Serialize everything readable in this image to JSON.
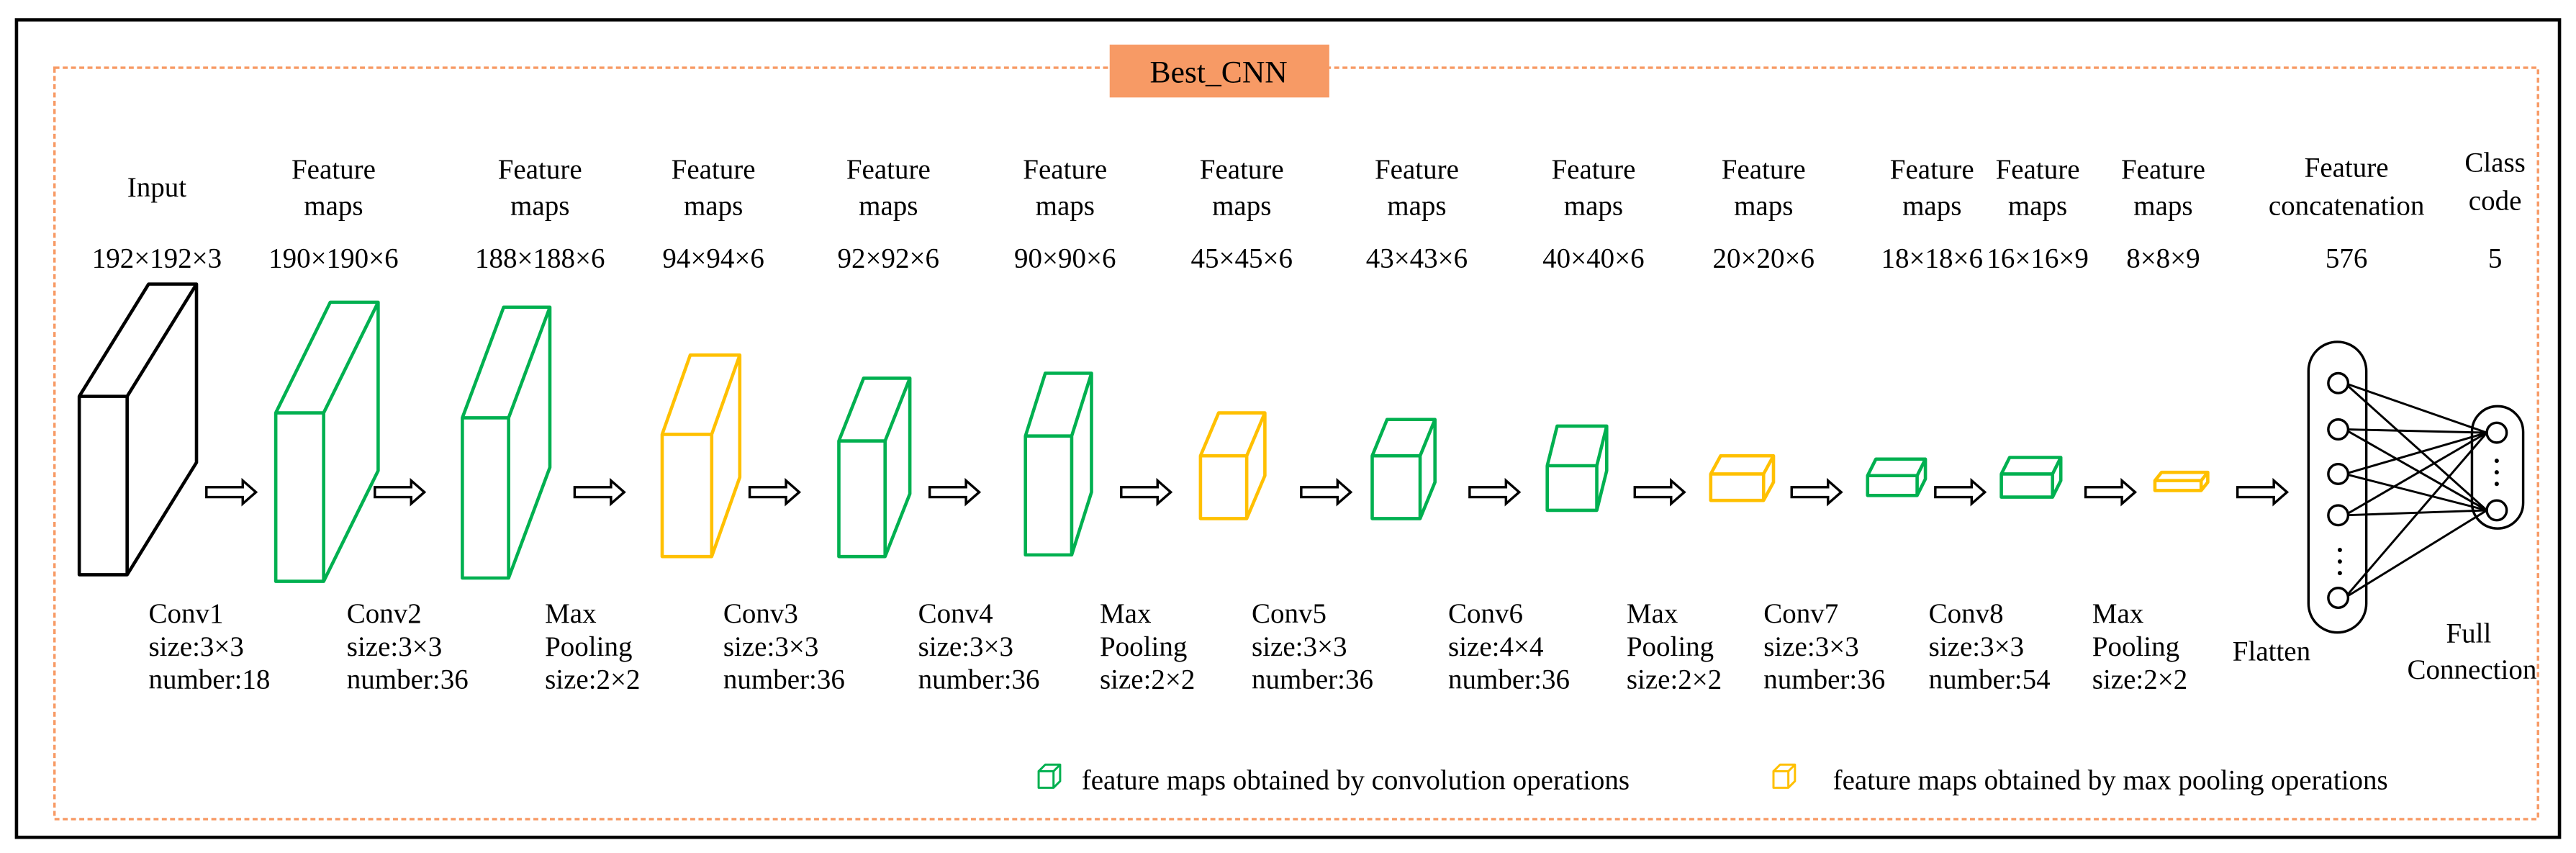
{
  "title": "Best_CNN",
  "colors": {
    "convolution": "#00B050",
    "pooling": "#FFC000",
    "input": "#000000",
    "title_box": "#F79A65",
    "dashed_border": "#F79A65"
  },
  "top_labels": [
    {
      "line1": "Input",
      "line2": "",
      "dims": "192×192×3"
    },
    {
      "line1": "Feature",
      "line2": "maps",
      "dims": "190×190×6"
    },
    {
      "line1": "Feature",
      "line2": "maps",
      "dims": "188×188×6"
    },
    {
      "line1": "Feature",
      "line2": "maps",
      "dims": "94×94×6"
    },
    {
      "line1": "Feature",
      "line2": "maps",
      "dims": "92×92×6"
    },
    {
      "line1": "Feature",
      "line2": "maps",
      "dims": "90×90×6"
    },
    {
      "line1": "Feature",
      "line2": "maps",
      "dims": "45×45×6"
    },
    {
      "line1": "Feature",
      "line2": "maps",
      "dims": "43×43×6"
    },
    {
      "line1": "Feature",
      "line2": "maps",
      "dims": "40×40×6"
    },
    {
      "line1": "Feature",
      "line2": "maps",
      "dims": "20×20×6"
    },
    {
      "line1": "Feature",
      "line2": "maps",
      "dims": "18×18×6"
    },
    {
      "line1": "Feature",
      "line2": "maps",
      "dims": "16×16×9"
    },
    {
      "line1": "Feature",
      "line2": "maps",
      "dims": "8×8×9"
    },
    {
      "line1": "Feature",
      "line2": "concatenation",
      "dims": "576"
    },
    {
      "line1": "Class",
      "line2": "code",
      "dims": "5"
    }
  ],
  "layers": [
    {
      "kind": "input"
    },
    {
      "kind": "convolution"
    },
    {
      "kind": "convolution"
    },
    {
      "kind": "pooling"
    },
    {
      "kind": "convolution"
    },
    {
      "kind": "convolution"
    },
    {
      "kind": "pooling"
    },
    {
      "kind": "convolution"
    },
    {
      "kind": "convolution"
    },
    {
      "kind": "pooling"
    },
    {
      "kind": "convolution"
    },
    {
      "kind": "convolution"
    },
    {
      "kind": "pooling"
    }
  ],
  "operation_labels": [
    [
      "Conv1",
      "size:3×3",
      "number:18"
    ],
    [
      "Conv2",
      "size:3×3",
      "number:36"
    ],
    [
      "Max",
      "Pooling",
      "size:2×2"
    ],
    [
      "Conv3",
      "size:3×3",
      "number:36"
    ],
    [
      "Conv4",
      "size:3×3",
      "number:36"
    ],
    [
      "Max",
      "Pooling",
      "size:2×2"
    ],
    [
      "Conv5",
      "size:3×3",
      "number:36"
    ],
    [
      "Conv6",
      "size:4×4",
      "number:36"
    ],
    [
      "Max",
      "Pooling",
      "size:2×2"
    ],
    [
      "Conv7",
      "size:3×3",
      "number:36"
    ],
    [
      "Conv8",
      "size:3×3",
      "number:54"
    ],
    [
      "Max",
      "Pooling",
      "size:2×2"
    ]
  ],
  "flatten_label": "Flatten",
  "full_connection_label": [
    "Full",
    "Connection"
  ],
  "legend": {
    "convolution": "feature maps obtained by convolution operations",
    "pooling": "feature maps obtained by max pooling operations"
  }
}
